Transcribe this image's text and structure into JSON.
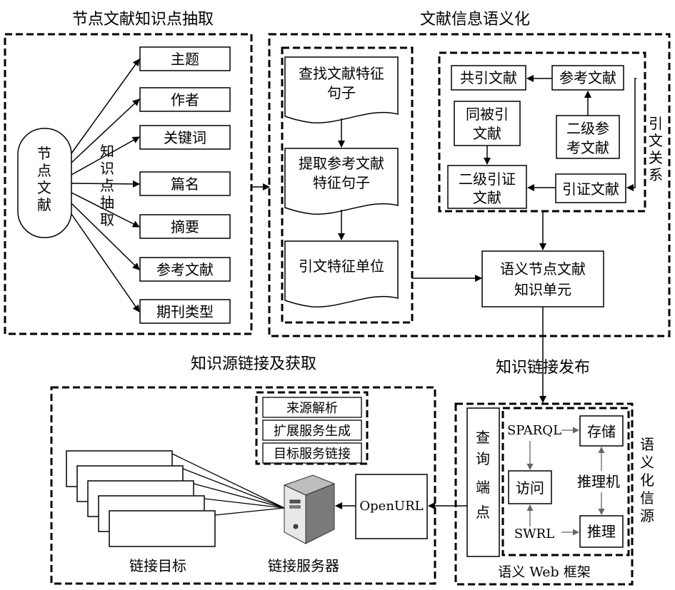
{
  "sections": {
    "extract_title": "节点文献知识点抽取",
    "semantic_title": "文献信息语义化",
    "linking_title": "知识源链接及获取",
    "publish_label": "知识链接发布",
    "citation_relation": "引文关系",
    "semantic_source": "语义化信源",
    "web_framework": "语义 Web 框架"
  },
  "node_doc": "节点文献",
  "knowledge_extract": "知识点抽取",
  "fields": [
    "主题",
    "作者",
    "关键词",
    "篇名",
    "摘要",
    "参考文献",
    "期刊类型"
  ],
  "steps": {
    "find": [
      "查找文献特征",
      "句子"
    ],
    "extract": [
      "提取参考文献",
      "特征句子"
    ],
    "unit": "引文特征单位"
  },
  "citation": {
    "cocite": "共引文献",
    "refs": "参考文献",
    "cocited": [
      "同被引",
      "文献"
    ],
    "second_refs": [
      "二级参",
      "考文献"
    ],
    "second_cite": [
      "二级引证",
      "文献"
    ],
    "cite": "引证文献"
  },
  "semantic_unit": [
    "语义节点文献",
    "知识单元"
  ],
  "framework": {
    "query_endpoint": "查询端点",
    "sparql": "SPARQL",
    "store": "存储",
    "access": "访问",
    "reasoner": "推理机",
    "swrl": "SWRL",
    "reasoning": "推理"
  },
  "openurl": "OpenURL",
  "services": [
    "来源解析",
    "扩展服务生成",
    "目标服务链接"
  ],
  "link_server": "链接服务器",
  "link_target": "链接目标"
}
